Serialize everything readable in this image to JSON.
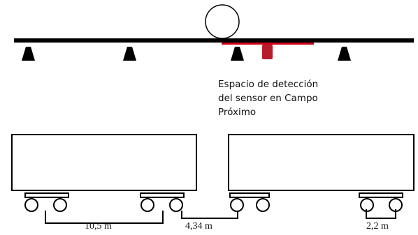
{
  "sensor_label": {
    "lines": [
      "Espacio de detección",
      "del sensor en Campo",
      "Próximo"
    ]
  },
  "dimensions": {
    "bogie_spacing": "10,5 m",
    "wagon_gap": "4,34 m",
    "wheelbase": "2,2 m"
  },
  "colors": {
    "line": "#000000",
    "sensor_zone": "#d0021b",
    "sensor_body": "#b71c2b"
  }
}
